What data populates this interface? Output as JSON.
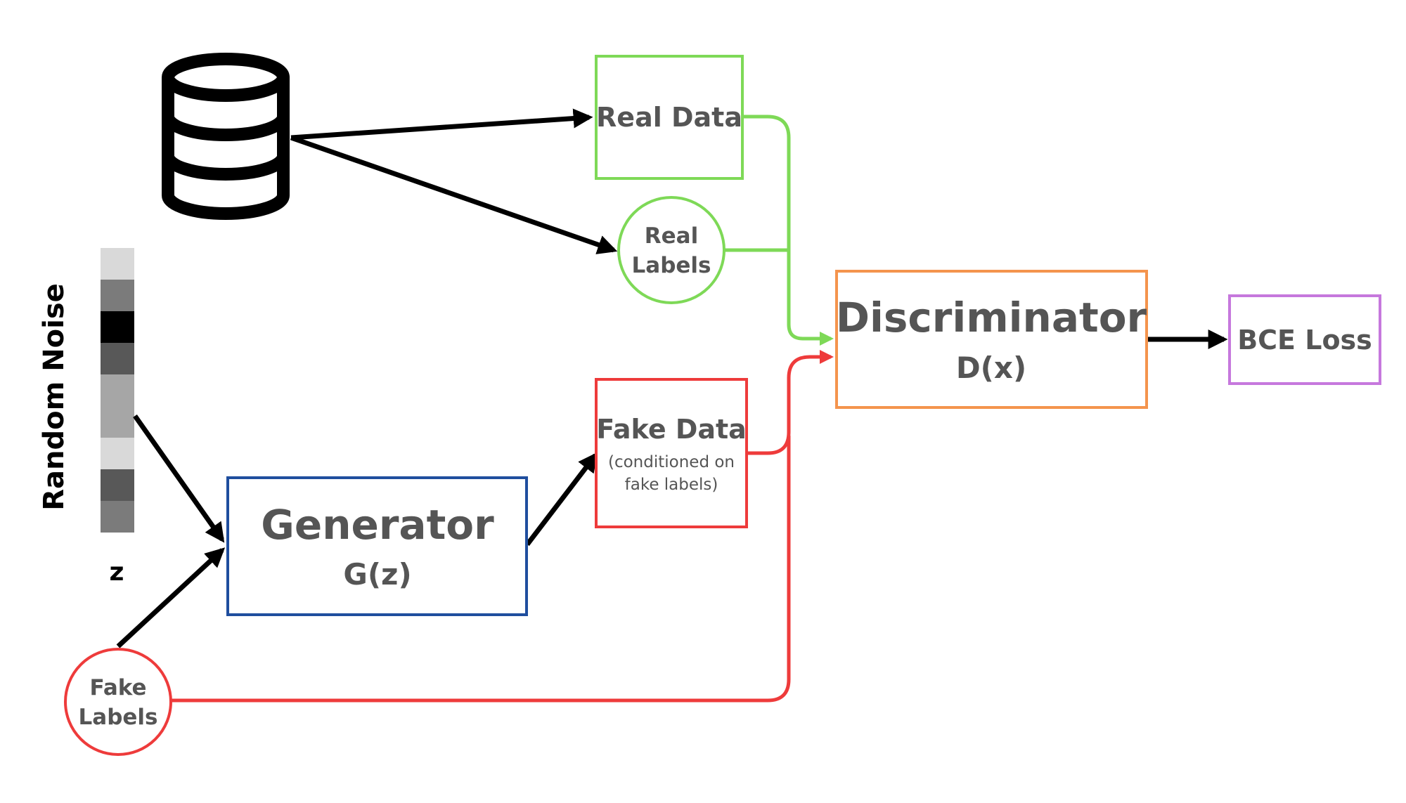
{
  "labels": {
    "random_noise": "Random Noise",
    "z": "z",
    "real_data": "Real Data",
    "real_labels_line1": "Real",
    "real_labels_line2": "Labels",
    "fake_data": "Fake Data",
    "fake_data_note_line1": "(conditioned on",
    "fake_data_note_line2": "fake labels)",
    "fake_labels_line1": "Fake",
    "fake_labels_line2": "Labels",
    "generator": "Generator",
    "generator_fn": "G(z)",
    "discriminator": "Discriminator",
    "discriminator_fn": "D(x)",
    "bce_loss": "BCE Loss"
  },
  "icons": {
    "dataset": "database-icon"
  },
  "colors": {
    "real_path": "#7ed957",
    "fake_path": "#ee3b3b",
    "generator_border": "#1f4e9e",
    "discriminator_border": "#f4944d",
    "loss_border": "#c678dd",
    "arrow": "#000000",
    "text": "#555555"
  },
  "noise_vector_grays": [
    "#d9d9d9",
    "#7b7b7b",
    "#000000",
    "#585858",
    "#a6a6a6",
    "#a6a6a6",
    "#d9d9d9",
    "#585858",
    "#7b7b7b"
  ]
}
